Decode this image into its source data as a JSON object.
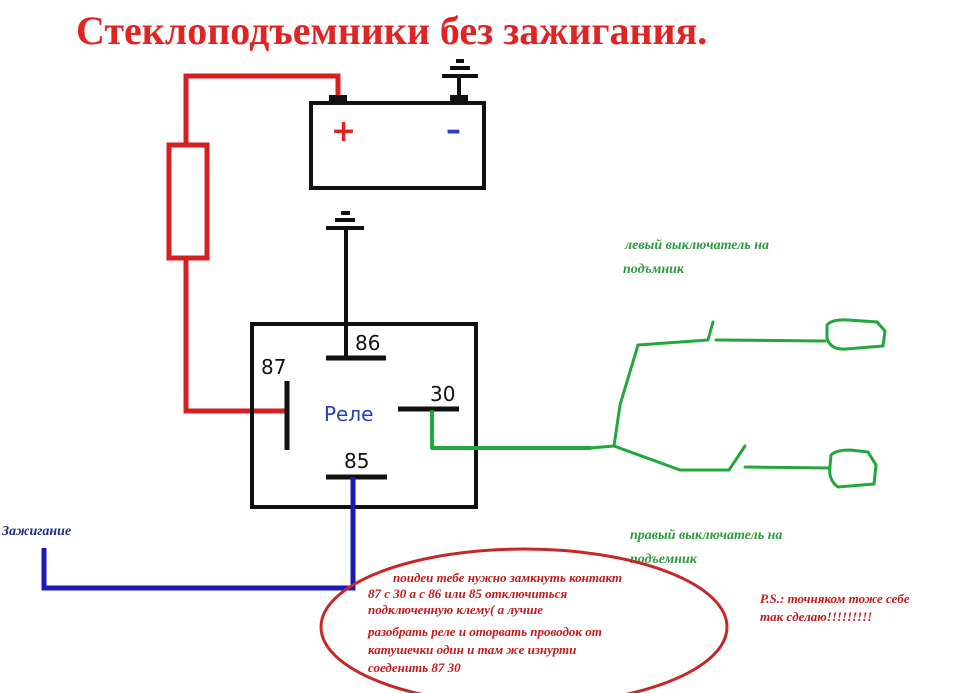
{
  "title": "Стеклоподъемники без зажигания.",
  "battery": {
    "plus": "+",
    "minus": "–"
  },
  "relay": {
    "label": "Реле",
    "pins": {
      "p86": "86",
      "p87": "87",
      "p30": "30",
      "p85": "85"
    }
  },
  "labels": {
    "ignition": "Зажигание",
    "left_switch_1": "левый  выключатель на",
    "left_switch_2": "подъмник",
    "right_switch_1": "правый  выключатель на",
    "right_switch_2": "подъемник"
  },
  "note_lines": [
    "поидеи тебе нужно замкнуть контакт",
    "87 с 30   а с 86 или 85 отключиться",
    "подключенную клему( а лучше",
    "разобрать реле и оторвать проводок от",
    "катушечки один и там же изнурти",
    "соеденить 87 30"
  ],
  "ps_lines": [
    "P.S.: точняком тоже себе",
    "так сделаю!!!!!!!!!"
  ],
  "colors": {
    "title": "#e02424",
    "wire_red": "#d42020",
    "wire_green": "#22a83a",
    "wire_blue": "#1a1ab8",
    "ink": "#111111",
    "relay_label": "#2a3ec0",
    "note_text": "#c41818",
    "ellipse": "#c62828",
    "label_green": "#2e9a3e",
    "label_blue": "#1c2a8c"
  }
}
